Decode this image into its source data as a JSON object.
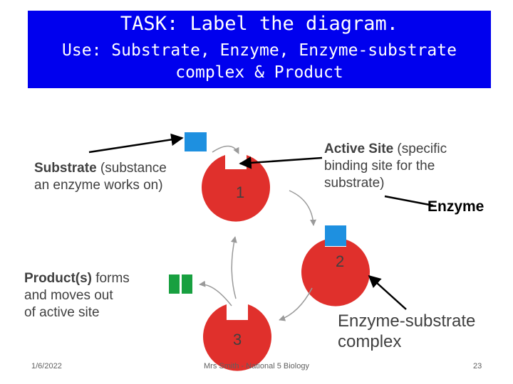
{
  "header": {
    "title": "TASK: Label the diagram.",
    "instruction_line1": "Use: Substrate, Enzyme, Enzyme-substrate",
    "instruction_line2": "complex & Product"
  },
  "labels": {
    "substrate_term": "Substrate",
    "substrate_desc_1": " (substance",
    "substrate_desc_2": "an enzyme works on)",
    "active_site_term": "Active Site",
    "active_site_desc_1": " (specific",
    "active_site_desc_2": "binding site for the",
    "active_site_desc_3": "substrate)",
    "enzyme": "Enzyme",
    "product_term": "Product(s)",
    "product_desc_1": " forms",
    "product_desc_2": "and moves out",
    "product_desc_3": "of active site",
    "complex_1": "Enzyme-substrate",
    "complex_2": "complex"
  },
  "steps": [
    "1",
    "2",
    "3"
  ],
  "footer": {
    "date": "1/6/2022",
    "author": "Mrs Smith - National 5 Biology",
    "page": "23"
  },
  "colors": {
    "banner": "#0000ee",
    "enzyme_red": "#e0302c",
    "substrate_blue": "#1e90e0",
    "product_green": "#18a040"
  }
}
